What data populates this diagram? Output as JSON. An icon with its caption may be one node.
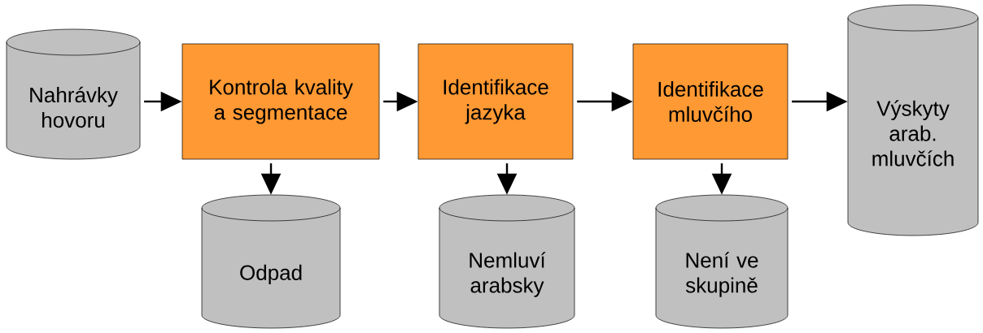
{
  "diagram": {
    "nodes": [
      {
        "text": [
          "Nahrávky hovoru"
        ]
      },
      {
        "text": [
          "Kontrola kvality a segmentace"
        ]
      },
      {
        "text": [
          "Identifikace jazyka"
        ]
      },
      {
        "text": [
          "Identifikace mluvčího"
        ]
      },
      {
        "text": [
          "Výskyty arab. mluvčích"
        ]
      },
      {
        "text": [
          "Odpad"
        ]
      },
      {
        "text": [
          "Nemluví arabsky"
        ]
      },
      {
        "text": [
          "Není ve skupině"
        ]
      }
    ],
    "edges": [
      {
        "from": 0,
        "to": 1,
        "arrow": "to"
      },
      {
        "from": 1,
        "to": 2,
        "arrow": "to"
      },
      {
        "from": 2,
        "to": 3,
        "arrow": "to"
      },
      {
        "from": 3,
        "to": 4,
        "arrow": "to"
      },
      {
        "from": 1,
        "to": 5,
        "arrow": "to"
      },
      {
        "from": 2,
        "to": 6,
        "arrow": "to"
      },
      {
        "from": 3,
        "to": 7,
        "arrow": "to"
      }
    ]
  }
}
